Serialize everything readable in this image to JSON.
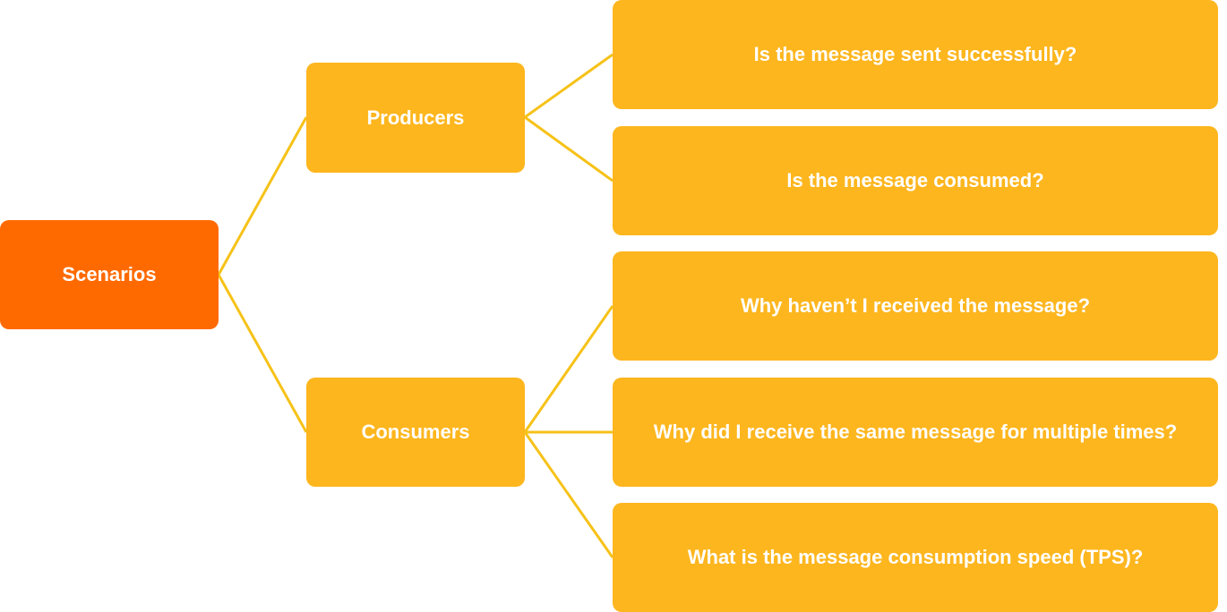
{
  "root": {
    "label": "Scenarios"
  },
  "branches": [
    {
      "label": "Producers",
      "questions": [
        "Is the message sent successfully?",
        "Is the message consumed?"
      ]
    },
    {
      "label": "Consumers",
      "questions": [
        "Why haven’t I received the message?",
        "Why did I receive the same message for multiple times?",
        "What is the message consumption speed (TPS)?"
      ]
    }
  ],
  "colors": {
    "root": "#ff6a00",
    "node": "#fdb61e",
    "connector": "#f6c218",
    "text": "#ffffff"
  }
}
